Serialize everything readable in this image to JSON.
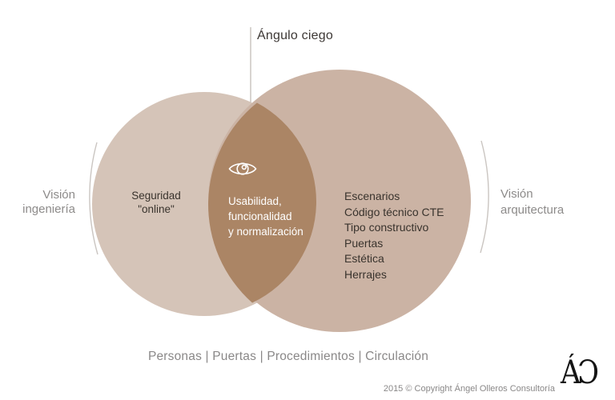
{
  "colors": {
    "left_circle": "#d5c4b8",
    "right_circle": "#cbb3a4",
    "intersection": "#ab8565",
    "bracket": "#cac5c1",
    "pointer_line": "#cac5c1",
    "text_dark": "#39332d",
    "text_gray": "#8d8b8a",
    "text_white": "#ffffff"
  },
  "diagram": {
    "blind_spot_label": "Ángulo ciego",
    "left_view": {
      "line1": "Visión",
      "line2": "ingeniería"
    },
    "right_view": {
      "line1": "Visión",
      "line2": "arquitectura"
    },
    "left_circle": {
      "line1": "Seguridad",
      "line2": "\"online\""
    },
    "intersection": {
      "icon": "eye-icon",
      "line1": "Usabilidad,",
      "line2": "funcionalidad",
      "line3": "y normalización"
    },
    "right_circle": {
      "items": [
        "Escenarios",
        "Código técnico CTE",
        "Tipo constructivo",
        "Puertas",
        "Estética",
        "Herrajes"
      ]
    }
  },
  "footer": {
    "themes": "Personas | Puertas | Procedimientos | Circulación",
    "copyright": "2015 © Copyright Ángel Olleros Consultoría",
    "logo": "ÁƆ"
  }
}
